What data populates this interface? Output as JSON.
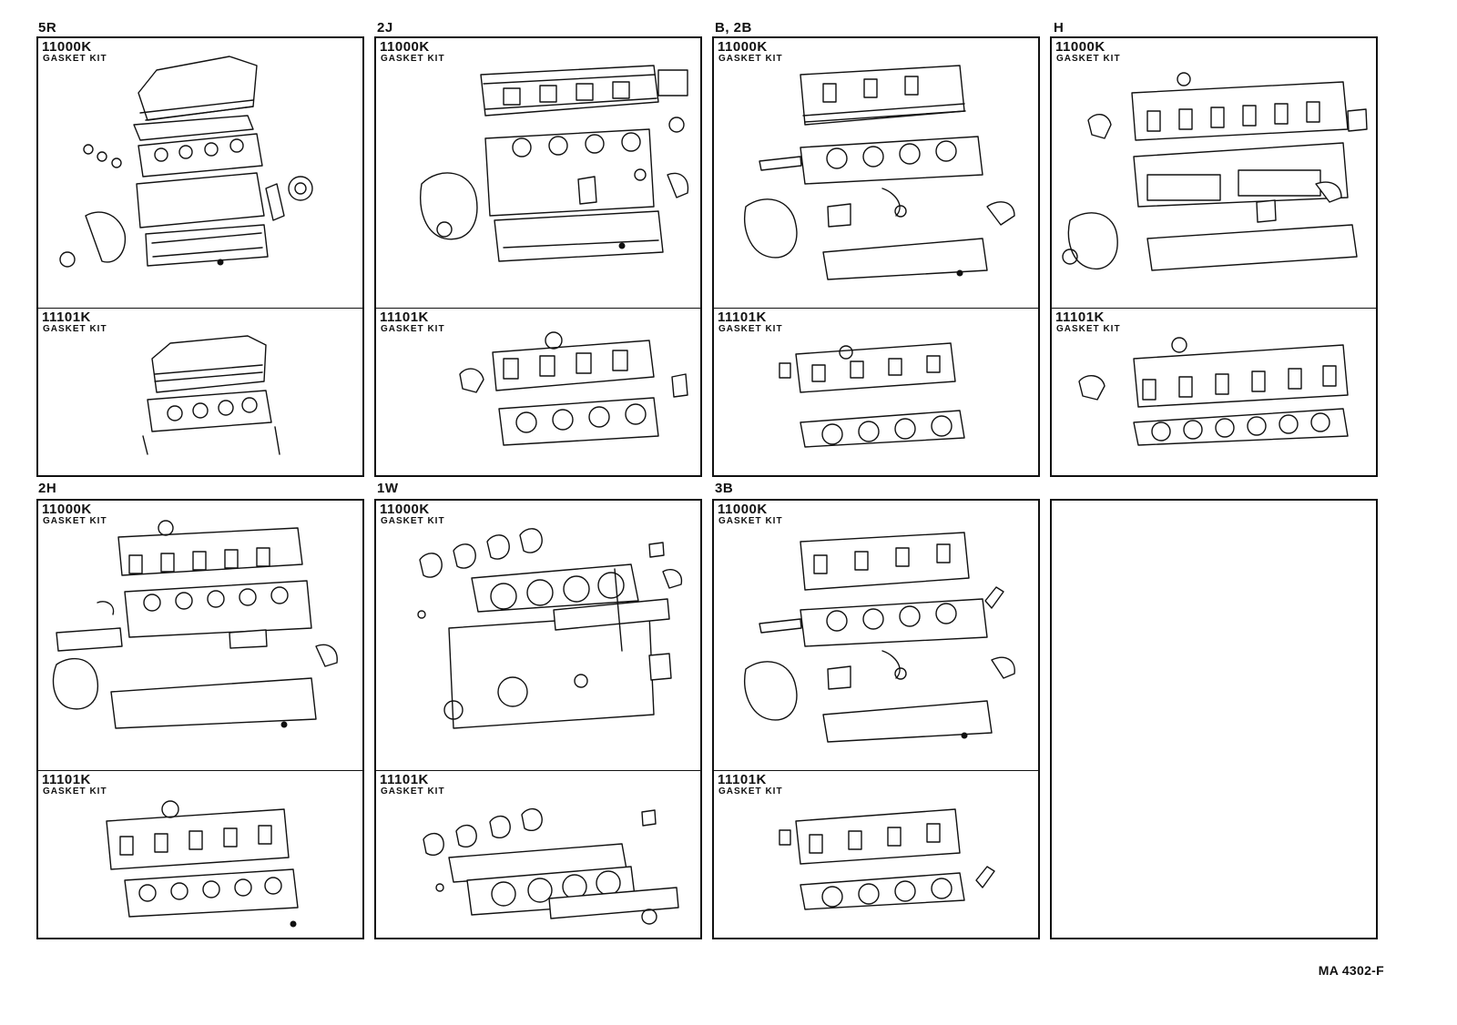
{
  "engines": [
    {
      "engine": "5R",
      "full_kit": {
        "part": "11000K",
        "name": "GASKET KIT"
      },
      "head_kit": {
        "part": "11101K",
        "name": "GASKET KIT"
      }
    },
    {
      "engine": "2J",
      "full_kit": {
        "part": "11000K",
        "name": "GASKET KIT"
      },
      "head_kit": {
        "part": "11101K",
        "name": "GASKET KIT"
      }
    },
    {
      "engine": "B, 2B",
      "full_kit": {
        "part": "11000K",
        "name": "GASKET KIT"
      },
      "head_kit": {
        "part": "11101K",
        "name": "GASKET KIT"
      }
    },
    {
      "engine": "H",
      "full_kit": {
        "part": "11000K",
        "name": "GASKET KIT"
      },
      "head_kit": {
        "part": "11101K",
        "name": "GASKET KIT"
      }
    },
    {
      "engine": "2H",
      "full_kit": {
        "part": "11000K",
        "name": "GASKET KIT"
      },
      "head_kit": {
        "part": "11101K",
        "name": "GASKET KIT"
      }
    },
    {
      "engine": "1W",
      "full_kit": {
        "part": "11000K",
        "name": "GASKET KIT"
      },
      "head_kit": {
        "part": "11101K",
        "name": "GASKET KIT"
      }
    },
    {
      "engine": "3B",
      "full_kit": {
        "part": "11000K",
        "name": "GASKET KIT"
      },
      "head_kit": {
        "part": "11101K",
        "name": "GASKET KIT"
      }
    }
  ],
  "figure_ref": "MA 4302-F"
}
